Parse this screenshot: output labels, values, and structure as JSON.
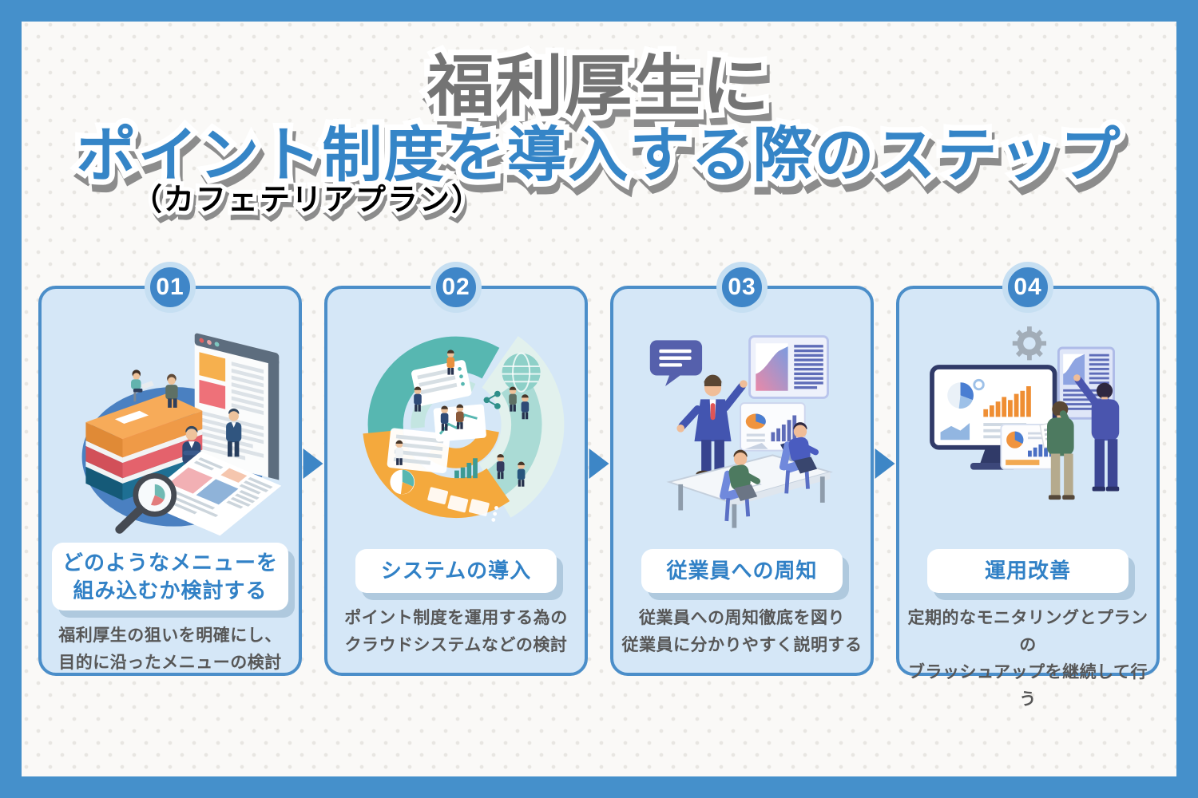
{
  "colors": {
    "frame": "#4590cb",
    "background": "#faf9f7",
    "dot": "#e8e6e2",
    "card_bg": "#d5e7f7",
    "card_border": "#4b8ec9",
    "badge_bg": "#3f86c8",
    "badge_ring": "#c6dff2",
    "accent_blue": "#3585c7",
    "title_gray": "#747474",
    "shadow_gray": "#8c8c8c",
    "label_text": "#3181c6",
    "label_shadow": "#afc9de",
    "desc_text": "#575757",
    "arrow": "#3d86c6"
  },
  "title": {
    "line1": "福利厚生に",
    "line2": "ポイント制度を導入する際のステップ",
    "subtitle": "（カフェテリアプラン）"
  },
  "steps": [
    {
      "number": "01",
      "label_line1": "どのようなメニューを",
      "label_line2": "組み込むか検討する",
      "desc_line1": "福利厚生の狙いを明確にし、",
      "desc_line2": "目的に沿ったメニューの検討",
      "illustration": "books-browser-magnifier-scene"
    },
    {
      "number": "02",
      "label_line1": "システムの導入",
      "desc_line1": "ポイント制度を運用する為の",
      "desc_line2": "クラウドシステムなどの検討",
      "illustration": "circular-system-people-scene"
    },
    {
      "number": "03",
      "label_line1": "従業員への周知",
      "desc_line1": "従業員への周知徹底を図り",
      "desc_line2": "従業員に分かりやすく説明する",
      "illustration": "presentation-meeting-scene"
    },
    {
      "number": "04",
      "label_line1": "運用改善",
      "desc_line1": "定期的なモニタリングとプランの",
      "desc_line2": "ブラッシュアップを継続して行う",
      "illustration": "monitoring-dashboard-scene"
    }
  ]
}
